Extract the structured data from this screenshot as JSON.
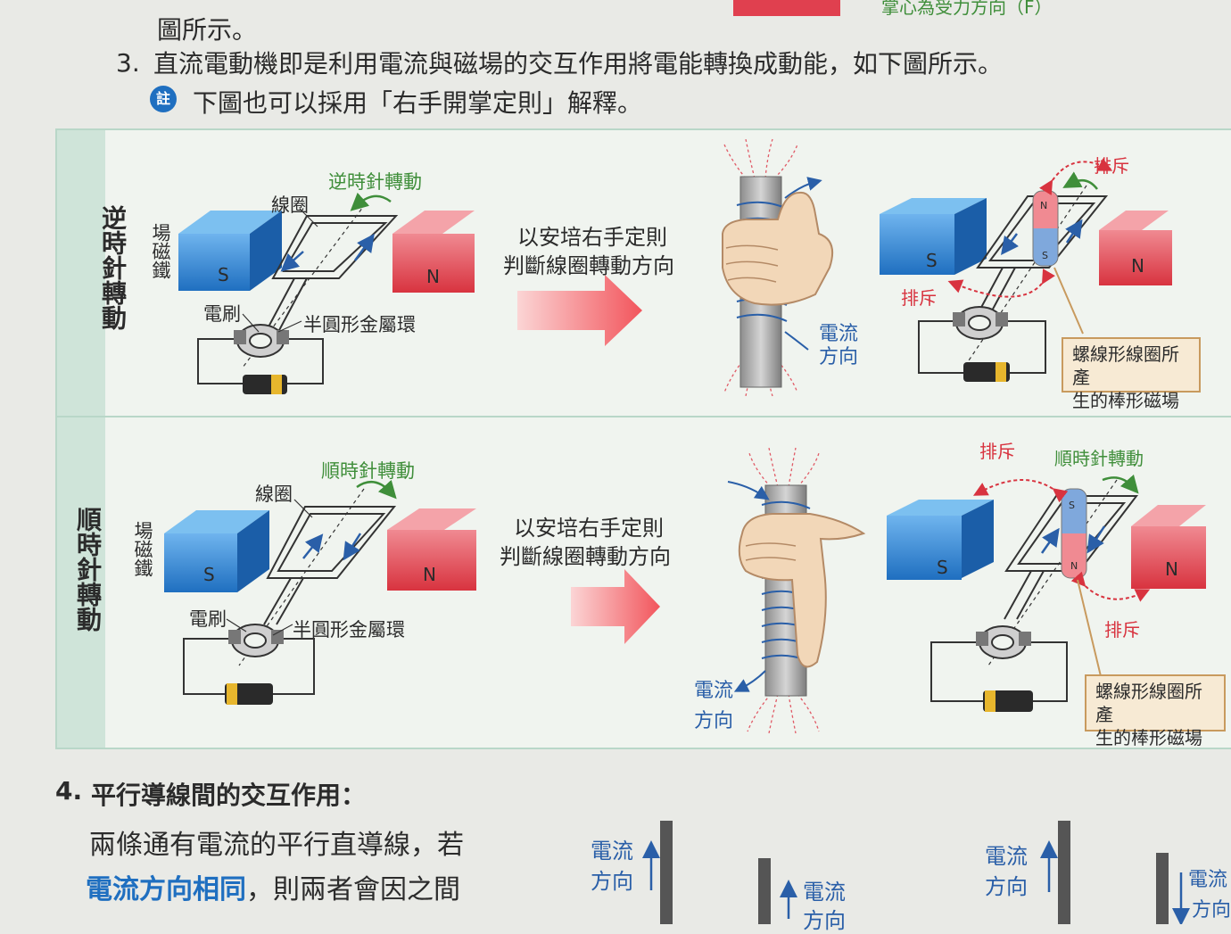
{
  "top_fragment": {
    "line1": "圖所示。",
    "top_right": "掌心為受力方向（F）"
  },
  "item3": {
    "number": "3.",
    "text": "直流電動機即是利用電流與磁場的交互作用將電能轉換成動能，如下圖所示。",
    "note_badge": "註",
    "note_text": "下圖也可以採用「右手開掌定則」解釋。"
  },
  "row_ccw": {
    "side_label": "逆時針轉動",
    "magnet_label": "場磁鐵",
    "rotation": "逆時針轉動",
    "coil": "線圈",
    "brush": "電刷",
    "ring": "半圓形金屬環",
    "s": "S",
    "n": "N",
    "rule_line1": "以安培右手定則",
    "rule_line2": "判斷線圈轉動方向",
    "current_line1": "電流",
    "current_line2": "方向",
    "repel_top": "排斥",
    "repel_bottom": "排斥",
    "bar_n": "N",
    "bar_s": "S",
    "callout_line1": "螺線形線圈所產",
    "callout_line2": "生的棒形磁場"
  },
  "row_cw": {
    "side_label": "順時針轉動",
    "magnet_label": "場磁鐵",
    "rotation": "順時針轉動",
    "coil": "線圈",
    "brush": "電刷",
    "ring": "半圓形金屬環",
    "s": "S",
    "n": "N",
    "rule_line1": "以安培右手定則",
    "rule_line2": "判斷線圈轉動方向",
    "current_line1": "電流",
    "current_line2": "方向",
    "repel_top": "排斥",
    "repel_bottom": "排斥",
    "rotation_right": "順時針轉動",
    "bar_n": "N",
    "bar_s": "S",
    "callout_line1": "螺線形線圈所產",
    "callout_line2": "生的棒形磁場"
  },
  "item4": {
    "number": "4.",
    "heading": "平行導線間的交互作用：",
    "line1": "兩條通有電流的平行直導線，若",
    "line2_highlight": "電流方向相同",
    "line2_rest": "，則兩者會因之間",
    "wire_labels": [
      {
        "line1": "電流",
        "line2": "方向"
      },
      {
        "line1": "電流",
        "line2": "方向"
      },
      {
        "line1": "電流",
        "line2": "方向"
      },
      {
        "line1": "電流",
        "line2": "方向"
      }
    ]
  },
  "colors": {
    "magnet_s": "#2e7fd0",
    "magnet_n": "#e0404f",
    "panel_border": "#b9d7c8",
    "accent_blue": "#1f6fc0",
    "repel_red": "#d8333f",
    "rotate_green": "#3f8e3a"
  }
}
